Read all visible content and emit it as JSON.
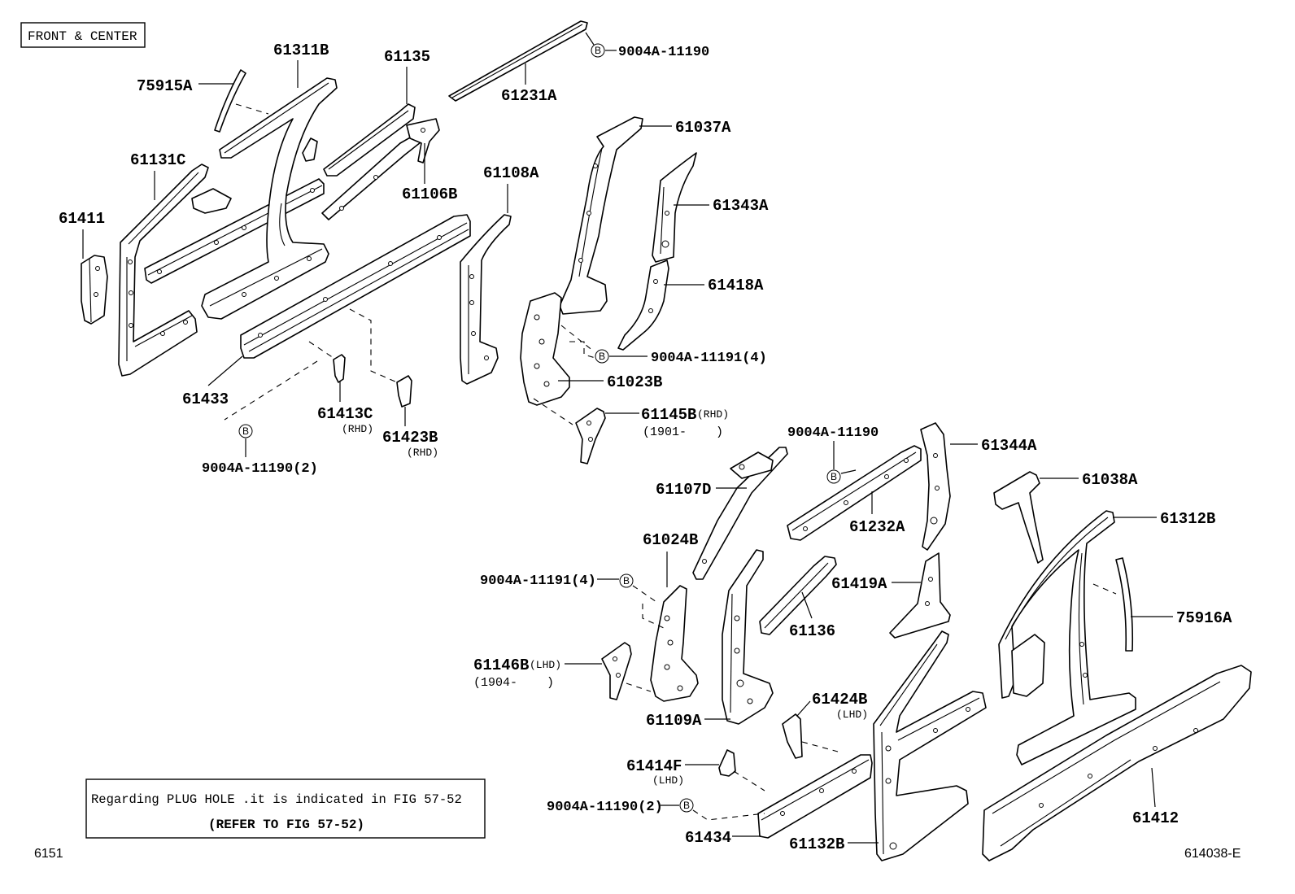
{
  "diagram": {
    "section_label": "FRONT & CENTER",
    "figure_number": "6151",
    "illustration_id": "614038-E",
    "note": {
      "line1": "Regarding PLUG HOLE .it is indicated in FIG 57-52",
      "line2": "(REFER TO FIG 57-52)"
    }
  },
  "parts": [
    {
      "code": "75915A"
    },
    {
      "code": "61311B"
    },
    {
      "code": "61135"
    },
    {
      "code": "61231A"
    },
    {
      "code": "61131C"
    },
    {
      "code": "61106B"
    },
    {
      "code": "61411"
    },
    {
      "code": "61433"
    },
    {
      "code": "61413C",
      "variant": "(RHD)"
    },
    {
      "code": "61423B",
      "variant": "(RHD)"
    },
    {
      "code": "61108A"
    },
    {
      "code": "61037A"
    },
    {
      "code": "61343A"
    },
    {
      "code": "61418A"
    },
    {
      "code": "61023B"
    },
    {
      "code": "61145B",
      "variant": "(RHD)",
      "production": "(1901-    )"
    },
    {
      "code": "61107D"
    },
    {
      "code": "61232A"
    },
    {
      "code": "61344A"
    },
    {
      "code": "61038A"
    },
    {
      "code": "61312B"
    },
    {
      "code": "61024B"
    },
    {
      "code": "61419A"
    },
    {
      "code": "61136"
    },
    {
      "code": "75916A"
    },
    {
      "code": "61146B",
      "variant": "(LHD)",
      "production": "(1904-    )"
    },
    {
      "code": "61109A"
    },
    {
      "code": "61424B",
      "variant": "(LHD)"
    },
    {
      "code": "61414F",
      "variant": "(LHD)"
    },
    {
      "code": "61434"
    },
    {
      "code": "61132B"
    },
    {
      "code": "61412"
    }
  ],
  "fasteners": [
    {
      "marker": "B",
      "code": "9004A-11190"
    },
    {
      "marker": "B",
      "code": "9004A-11191(4)"
    },
    {
      "marker": "B",
      "code": "9004A-11190(2)"
    },
    {
      "marker": "B",
      "code": "9004A-11190"
    },
    {
      "marker": "B",
      "code": "9004A-11191(4)"
    },
    {
      "marker": "B",
      "code": "9004A-11190(2)"
    }
  ]
}
